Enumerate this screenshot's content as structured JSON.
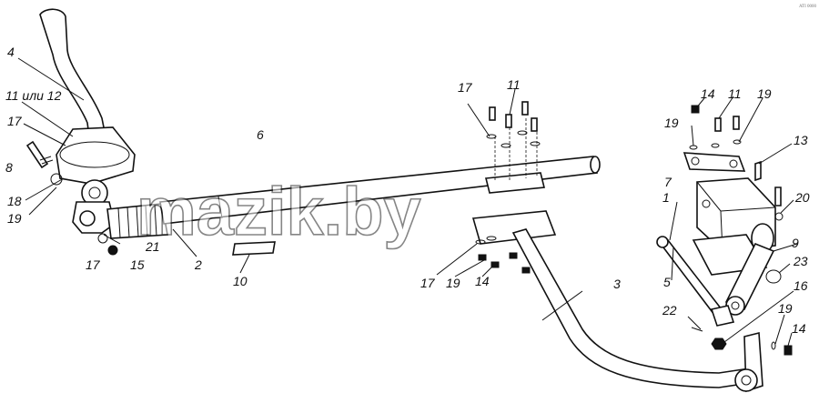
{
  "watermark": "mazik.by",
  "corner_mark": "ATI 0000",
  "labels": [
    "4",
    "11 или 12",
    "17",
    "8",
    "18",
    "19",
    "6",
    "21",
    "2",
    "17",
    "15",
    "10",
    "17",
    "11",
    "17",
    "19",
    "14",
    "3",
    "14",
    "11",
    "19",
    "19",
    "13",
    "7",
    "1",
    "20",
    "9",
    "23",
    "5",
    "16",
    "22",
    "19",
    "14"
  ]
}
